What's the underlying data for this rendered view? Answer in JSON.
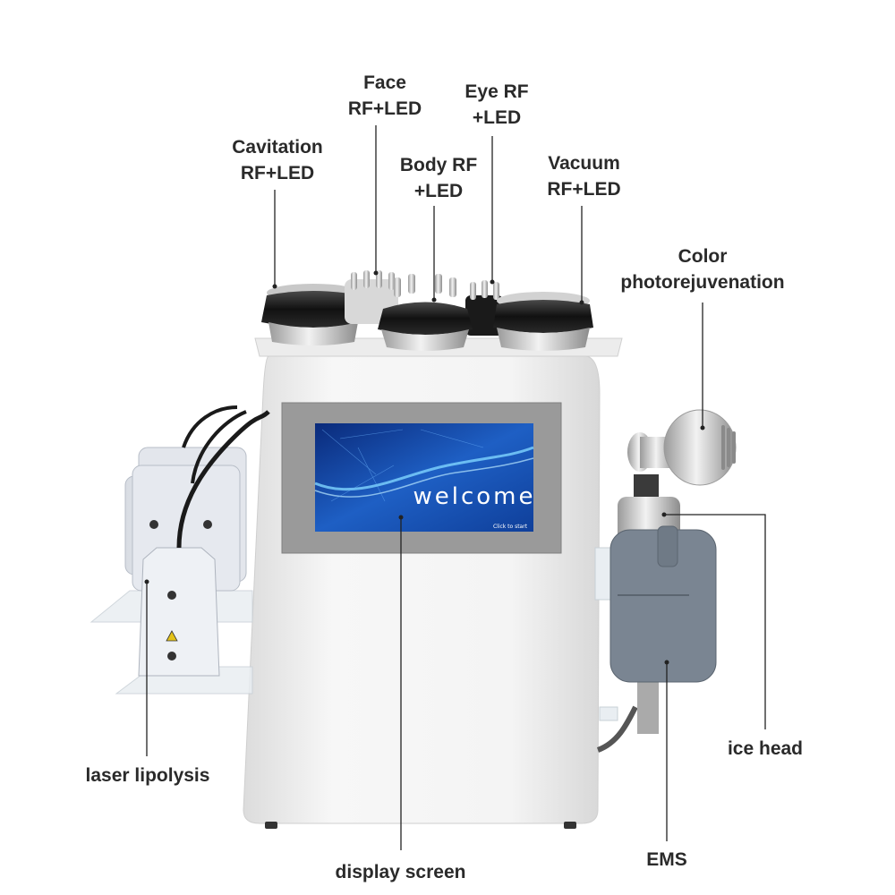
{
  "labels": {
    "cavitation": [
      "Cavitation",
      "RF+LED"
    ],
    "face": [
      "Face",
      "RF+LED"
    ],
    "body": [
      "Body RF",
      "+LED"
    ],
    "eye": [
      "Eye RF",
      "+LED"
    ],
    "vacuum": [
      "Vacuum",
      "RF+LED"
    ],
    "color": [
      "Color",
      "photorejuvenation"
    ],
    "laser": "laser lipolysis",
    "display": "display screen",
    "ems": "EMS",
    "ice": "ice head"
  },
  "screen": {
    "welcome": "welcome",
    "click_to_start": "Click to start"
  },
  "colors": {
    "label_text": "#2a2a2a",
    "screen_blue": "#1e5fc4",
    "machine_white": "#f2f2f2",
    "bezel_gray": "#9a9a9a"
  }
}
